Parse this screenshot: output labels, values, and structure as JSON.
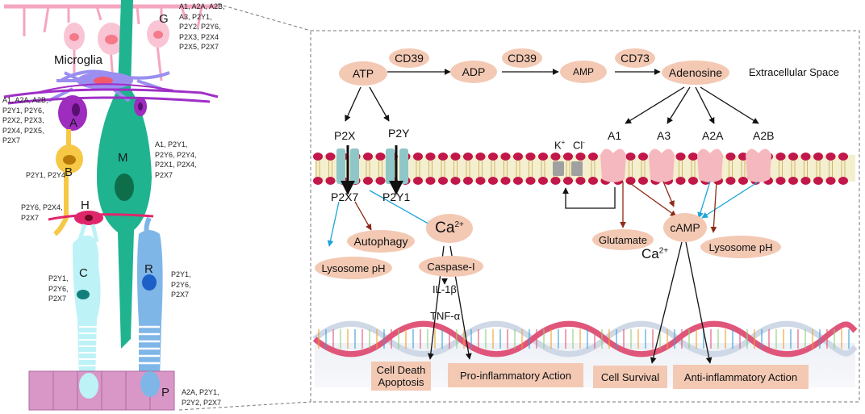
{
  "retina": {
    "microglia_label": "Microglia",
    "cells": {
      "G": {
        "letter": "G",
        "receptors": "A1, A2A, A2B,\nA3, P2Y1,\nP2Y2, P2Y6,\nP2X3, P2X4\nP2X5, P2X7"
      },
      "A": {
        "letter": "A",
        "receptors": "A1, A2A, A2B,\nP2Y1, P2Y6,\nP2X2, P2X3,\nP2X4, P2X5,\nP2X7"
      },
      "B": {
        "letter": "B",
        "receptors": "P2Y1, P2Y4"
      },
      "M": {
        "letter": "M",
        "receptors": "A1, P2Y1,\nP2Y6, P2Y4,\nP2X1, P2X4,\nP2X7"
      },
      "H": {
        "letter": "H",
        "receptors": "P2Y6, P2X4,\nP2X7"
      },
      "C": {
        "letter": "C",
        "receptors": "P2Y1,\nP2Y6,\nP2X7"
      },
      "R": {
        "letter": "R",
        "receptors": "P2Y1,\nP2Y6,\nP2X7"
      },
      "P": {
        "letter": "P",
        "receptors": "A2A, P2Y1,\nP2Y2, P2X7"
      }
    }
  },
  "pathway": {
    "extracellular_label": "Extracellular Space",
    "nodes": {
      "atp": "ATP",
      "adp": "ADP",
      "amp": "AMP",
      "adenosine": "Adenosine",
      "cd39_1": "CD39",
      "cd39_2": "CD39",
      "cd73": "CD73",
      "ca": "Ca",
      "ca_sup": "2+",
      "autophagy": "Autophagy",
      "lysosome_left": "Lysosome pH",
      "caspase": "Caspase-I",
      "glutamate": "Glutamate",
      "camp": "cAMP",
      "lysosome_right": "Lysosome pH",
      "ca2": "Ca",
      "ca2_sup": "2+"
    },
    "receptors": {
      "p2x": "P2X",
      "p2y": "P2Y",
      "p2x7": "P2X7",
      "p2y1": "P2Y1",
      "a1": "A1",
      "a3": "A3",
      "a2a": "A2A",
      "a2b": "A2B",
      "k": "K",
      "k_sup": "+",
      "cl": "Cl",
      "cl_sup": "-"
    },
    "cytokines": {
      "il1b": "IL-1β",
      "tnfa": "TNF-α"
    },
    "outcomes": {
      "cell_death": "Cell Death\nApoptosis",
      "pro_inflammatory": "Pro-inflammatory Action",
      "cell_survival": "Cell Survival",
      "anti_inflammatory": "Anti-inflammatory Action"
    },
    "colors": {
      "node_fill": "#f3c9b4",
      "blue_arrow": "#1ea5d6",
      "red_arrow": "#8e2a15",
      "membrane_head": "#c2174a",
      "channel_fill": "#8fc6c8",
      "adenosine_receptor": "#f6b8bf"
    }
  }
}
